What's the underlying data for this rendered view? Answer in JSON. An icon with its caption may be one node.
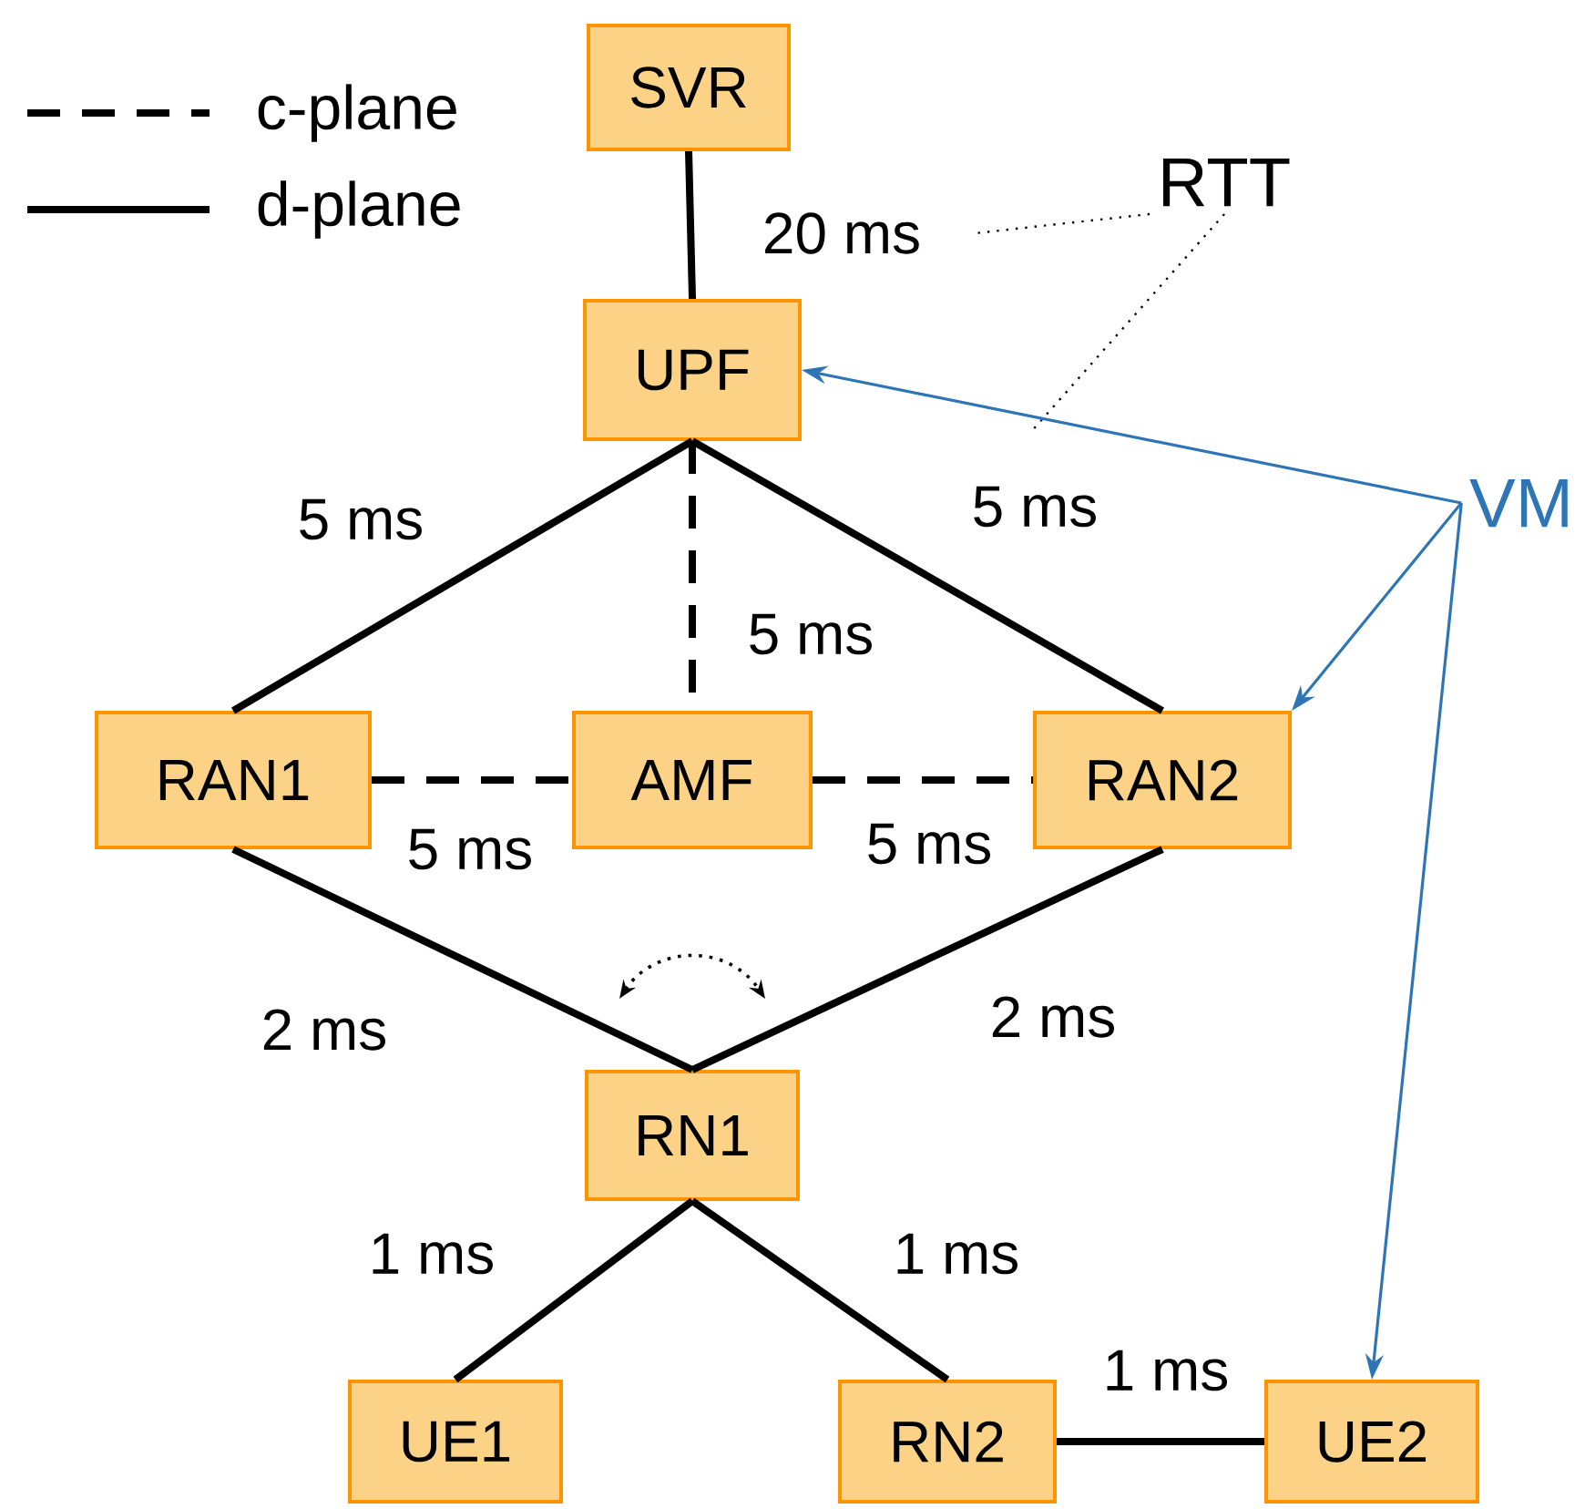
{
  "diagram": {
    "nodes": [
      {
        "text": [
          "SVR"
        ]
      },
      {
        "text": [
          "UPF"
        ]
      },
      {
        "text": [
          "RAN1"
        ]
      },
      {
        "text": [
          "AMF"
        ]
      },
      {
        "text": [
          "RAN2"
        ]
      },
      {
        "text": [
          "RN1"
        ]
      },
      {
        "text": [
          "UE1"
        ]
      },
      {
        "text": [
          "RN2"
        ]
      },
      {
        "text": [
          "UE2"
        ]
      },
      {
        "text": [
          "RTT"
        ]
      },
      {
        "text": [
          "VM"
        ]
      }
    ],
    "edges": [
      {
        "from": 0,
        "to": 1,
        "arrow": "none",
        "label": "20 ms"
      },
      {
        "from": 1,
        "to": 2,
        "arrow": "none",
        "label": "5 ms"
      },
      {
        "from": 1,
        "to": 3,
        "arrow": "none",
        "label": "5 ms",
        "style": "dashed"
      },
      {
        "from": 1,
        "to": 4,
        "arrow": "none",
        "label": "5 ms"
      },
      {
        "from": 2,
        "to": 3,
        "arrow": "none",
        "label": "5 ms",
        "style": "dashed"
      },
      {
        "from": 3,
        "to": 4,
        "arrow": "none",
        "label": "5 ms",
        "style": "dashed"
      },
      {
        "from": 2,
        "to": 5,
        "arrow": "none",
        "label": "2 ms"
      },
      {
        "from": 4,
        "to": 5,
        "arrow": "none",
        "label": "2 ms"
      },
      {
        "from": 5,
        "to": 6,
        "arrow": "none",
        "label": "1 ms"
      },
      {
        "from": 5,
        "to": 7,
        "arrow": "none",
        "label": "1 ms"
      },
      {
        "from": 7,
        "to": 8,
        "arrow": "none",
        "label": "1 ms"
      },
      {
        "from": 9,
        "to": null,
        "arrow": "none",
        "style": "dashed"
      },
      {
        "from": 9,
        "to": null,
        "arrow": "none",
        "style": "dashed"
      },
      {
        "from": 10,
        "to": 1,
        "arrow": "to",
        "color": "#2e75b6"
      },
      {
        "from": 10,
        "to": 4,
        "arrow": "to",
        "color": "#2e75b6"
      },
      {
        "from": 10,
        "to": 8,
        "arrow": "to",
        "color": "#2e75b6"
      }
    ],
    "legend": [
      {
        "text": "c-plane"
      },
      {
        "text": "d-plane"
      }
    ]
  }
}
